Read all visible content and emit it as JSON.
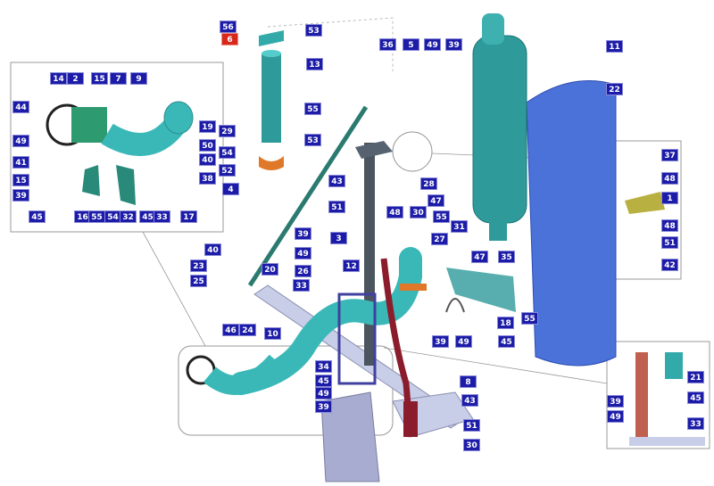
{
  "title": "Exhaust system exploded parts diagram",
  "labels": [
    "56",
    "6",
    "53",
    "13",
    "29",
    "54",
    "52",
    "55",
    "53",
    "4",
    "14",
    "2",
    "15",
    "7",
    "9",
    "44",
    "49",
    "41",
    "15",
    "39",
    "45",
    "16",
    "55",
    "54",
    "32",
    "45",
    "33",
    "17",
    "19",
    "50",
    "40",
    "38",
    "36",
    "5",
    "49",
    "39",
    "11",
    "22",
    "43",
    "51",
    "3",
    "28",
    "47",
    "55",
    "31",
    "48",
    "30",
    "39",
    "49",
    "26",
    "33",
    "12",
    "27",
    "47",
    "35",
    "18",
    "55",
    "39",
    "49",
    "45",
    "40",
    "23",
    "25",
    "20",
    "46",
    "24",
    "10",
    "34",
    "45",
    "49",
    "39",
    "8",
    "43",
    "51",
    "30",
    "37",
    "48",
    "1",
    "48",
    "51",
    "42",
    "21",
    "45",
    "33",
    "39",
    "49"
  ],
  "highlight_label_index": 1,
  "colors": {
    "label_bg": "#1c1ca8",
    "highlight": "#d8281c",
    "pipe": "#3aa8a8",
    "muffler": "#2e9a9a",
    "shield": "#4a72d8",
    "bracket": "#8a8fb0"
  }
}
